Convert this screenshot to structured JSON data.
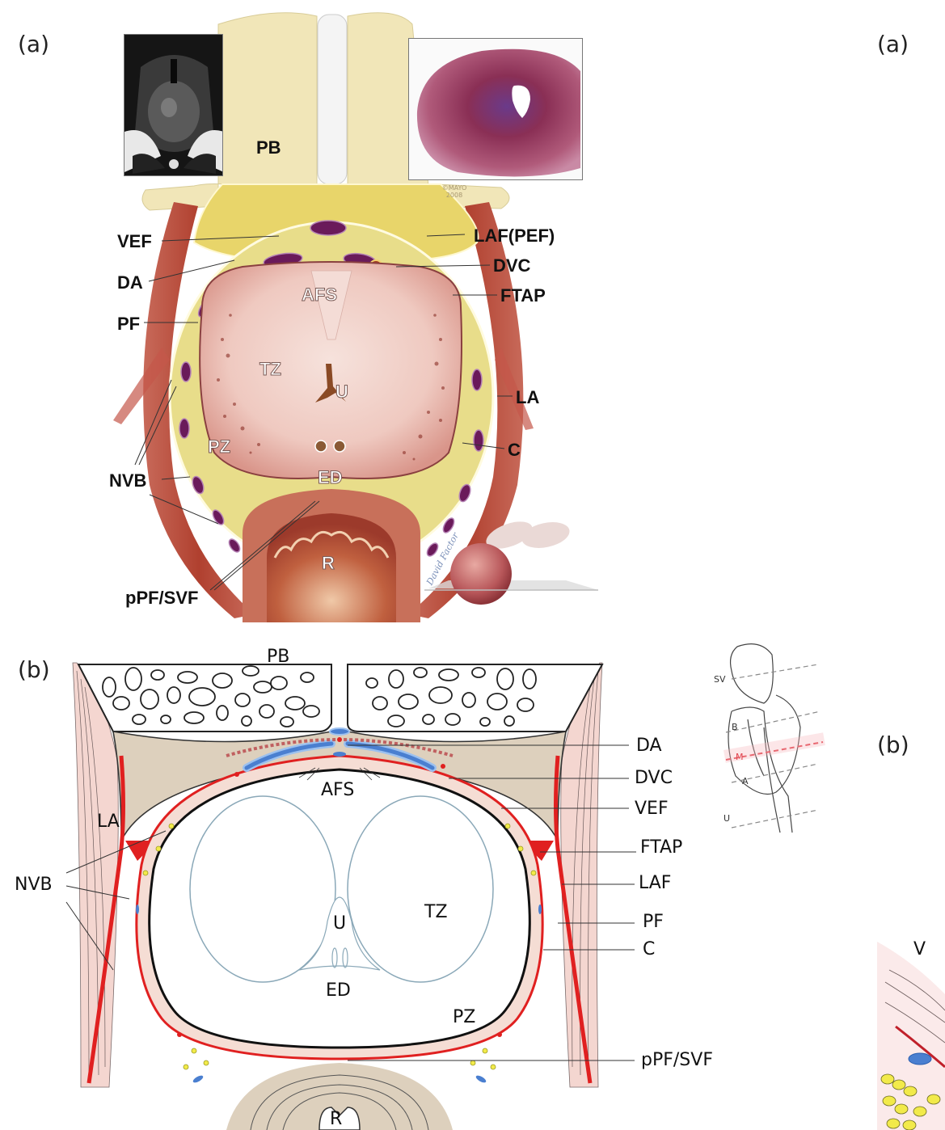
{
  "figure": {
    "panels": {
      "a_main": "(a)",
      "b_main": "(b)",
      "a_right": "(a)",
      "b_right": "(b)"
    },
    "panel_a": {
      "inset_mri": "mri-axial-prostate-inset",
      "inset_histology": "histology-cross-section-inset",
      "copyright": "©MAYO 2008",
      "artist_credit": "David Factor",
      "outer_labels": {
        "VEF": "VEF",
        "DA": "DA",
        "PF": "PF",
        "NVB": "NVB",
        "pPF_SVF": "pPF/SVF",
        "LAF_PEF": "LAF(PEF)",
        "DVC": "DVC",
        "FTAP": "FTAP",
        "LA": "LA",
        "C": "C"
      },
      "inner_labels": {
        "PB": "PB",
        "AFS": "AFS",
        "TZ": "TZ",
        "U": "U",
        "PZ": "PZ",
        "ED": "ED",
        "R": "R"
      }
    },
    "panel_b": {
      "inner_labels": {
        "PB": "PB",
        "AFS": "AFS",
        "LA": "LA",
        "U": "U",
        "TZ": "TZ",
        "ED": "ED",
        "PZ": "PZ",
        "R": "R"
      },
      "left_labels": {
        "NVB": "NVB"
      },
      "right_labels": [
        "DA",
        "DVC",
        "VEF",
        "FTAP",
        "LAF",
        "PF",
        "C",
        "pPF/SVF"
      ],
      "level_diagram": {
        "levels": [
          "SV",
          "B",
          "M",
          "A",
          "U"
        ],
        "highlighted_level": "M",
        "highlight_color": "#e0404a"
      }
    },
    "right_panel_fragment": {
      "partial_label": "V"
    },
    "colors": {
      "muscle": "#b8483a",
      "fat": "#e8d56a",
      "bone": "#f1e6b8",
      "prostate": "#f0cfc8",
      "vein": "#6a1a5a",
      "fascia_red": "#e02020",
      "schematic_tan": "#ddd0bd",
      "schematic_pink": "#f4d6d0",
      "vessel_blue": "#4a7fd0",
      "nerve_yellow": "#f2ea4a"
    }
  }
}
